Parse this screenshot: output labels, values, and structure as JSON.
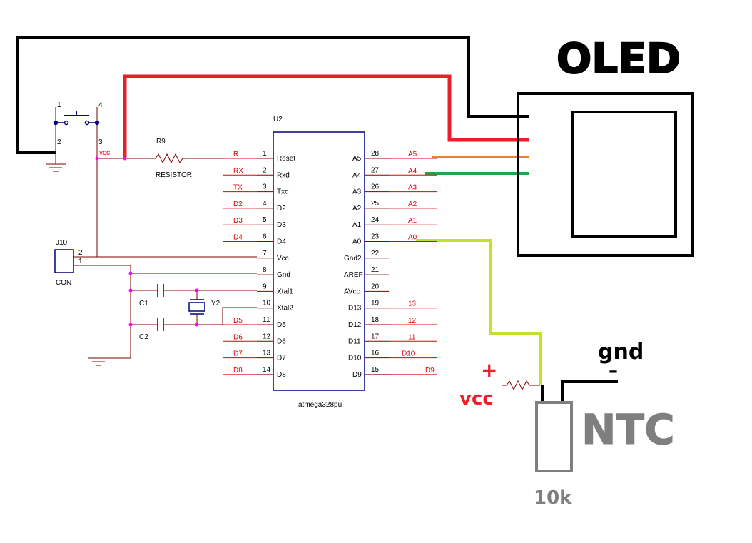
{
  "colors": {
    "wire_black": "#000000",
    "wire_red": "#e8202a",
    "wire_orange": "#f07f1e",
    "wire_green": "#1fa64a",
    "wire_lime": "#c4e02c",
    "net_red": "#e00000",
    "pin_dark": "#800000",
    "ntc_grey": "#7f7f7f",
    "junction": "#ff00ff"
  },
  "chip": {
    "ref": "U2",
    "part": "atmega328pu",
    "left_pins": [
      {
        "num": "1",
        "name": "Reset",
        "net": "R"
      },
      {
        "num": "2",
        "name": "Rxd",
        "net": "RX"
      },
      {
        "num": "3",
        "name": "Txd",
        "net": "TX"
      },
      {
        "num": "4",
        "name": "D2",
        "net": "D2"
      },
      {
        "num": "5",
        "name": "D3",
        "net": "D3"
      },
      {
        "num": "6",
        "name": "D4",
        "net": "D4"
      },
      {
        "num": "7",
        "name": "Vcc",
        "net": ""
      },
      {
        "num": "8",
        "name": "Gnd",
        "net": ""
      },
      {
        "num": "9",
        "name": "Xtal1",
        "net": ""
      },
      {
        "num": "10",
        "name": "Xtal2",
        "net": ""
      },
      {
        "num": "11",
        "name": "D5",
        "net": "D5"
      },
      {
        "num": "12",
        "name": "D6",
        "net": "D6"
      },
      {
        "num": "13",
        "name": "D7",
        "net": "D7"
      },
      {
        "num": "14",
        "name": "D8",
        "net": "D8"
      }
    ],
    "right_pins": [
      {
        "num": "28",
        "name": "A5",
        "net": "A5"
      },
      {
        "num": "27",
        "name": "A4",
        "net": "A4"
      },
      {
        "num": "26",
        "name": "A3",
        "net": "A3"
      },
      {
        "num": "25",
        "name": "A2",
        "net": "A2"
      },
      {
        "num": "24",
        "name": "A1",
        "net": "A1"
      },
      {
        "num": "23",
        "name": "A0",
        "net": "A0"
      },
      {
        "num": "22",
        "name": "Gnd2",
        "net": ""
      },
      {
        "num": "21",
        "name": "AREF",
        "net": ""
      },
      {
        "num": "20",
        "name": "AVcc",
        "net": ""
      },
      {
        "num": "19",
        "name": "D13",
        "net": "13"
      },
      {
        "num": "18",
        "name": "D12",
        "net": "12"
      },
      {
        "num": "17",
        "name": "D11",
        "net": "11"
      },
      {
        "num": "16",
        "name": "D10",
        "net": "D10"
      },
      {
        "num": "15",
        "name": "D9",
        "net": "D9"
      }
    ]
  },
  "button": {
    "pin1": "1",
    "pin2": "2",
    "pin3": "3",
    "pin4": "4",
    "vcc_label": "vcc"
  },
  "resistor_r9": {
    "ref": "R9",
    "value": "RESISTOR"
  },
  "connector": {
    "ref": "J10",
    "name": "CON",
    "pin2": "2",
    "pin1": "1"
  },
  "caps": {
    "c1": "C1",
    "c2": "C2"
  },
  "crystal": {
    "ref": "Y2"
  },
  "oled": {
    "title": "OLED"
  },
  "ntc": {
    "title": "NTC",
    "value": "10k",
    "plus": "+",
    "vcc": "vcc",
    "gnd": "gnd",
    "minus": "–"
  }
}
